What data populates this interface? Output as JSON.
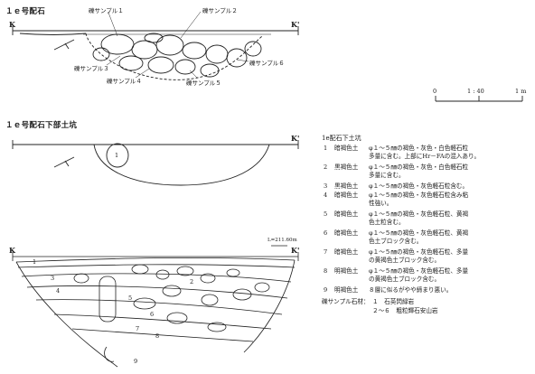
{
  "section1": {
    "title": "１ｅ号配石",
    "k_left": "K",
    "k_right": "K'",
    "labels": [
      "礫サンプル１",
      "礫サンプル２",
      "礫サンプル３",
      "礫サンプル４",
      "礫サンプル５",
      "礫サンプル６"
    ]
  },
  "scale": {
    "zero": "0",
    "middle": "1 : 40",
    "end": "1 m"
  },
  "section2": {
    "title": "１ｅ号配石下部土坑",
    "k_right": "K'",
    "pit_label": "1"
  },
  "section3": {
    "k_left": "K",
    "k_right": "K'",
    "elevation": "L=211.60m",
    "layer_numbers": [
      "1",
      "2",
      "3",
      "4",
      "5",
      "6",
      "7",
      "8",
      "9"
    ]
  },
  "legend": {
    "title": "1e配石下土坑",
    "rows": [
      {
        "num": "1",
        "soil": "暗褐色土",
        "line1": "φ１～５㎜の褐色・灰色・白色軽石粒",
        "line2": "多量に含む。上部にHr－FAの混入あり。"
      },
      {
        "num": "2",
        "soil": "黒褐色土",
        "line1": "φ１～５㎜の褐色・灰色・白色軽石粒",
        "line2": "多量に含む。"
      },
      {
        "num": "3",
        "soil": "黒褐色土",
        "line1": "φ１～５㎜の褐色・灰色軽石粒含む。",
        "line2": ""
      },
      {
        "num": "4",
        "soil": "暗褐色土",
        "line1": "φ１～５㎜の褐色・灰色軽石粒含み粘",
        "line2": "性強い。"
      },
      {
        "num": "5",
        "soil": "暗褐色土",
        "line1": "φ１～５㎜の褐色・灰色軽石粒、黄褐",
        "line2": "色土粒含む。"
      },
      {
        "num": "6",
        "soil": "暗褐色土",
        "line1": "φ１～５㎜の褐色・灰色軽石粒、黄褐",
        "line2": "色土ブロック含む。"
      },
      {
        "num": "7",
        "soil": "暗褐色土",
        "line1": "φ１～５㎜の褐色・灰色軽石粒、多量",
        "line2": "の黄褐色土ブロック含む。"
      },
      {
        "num": "8",
        "soil": "明褐色土",
        "line1": "φ１～５㎜の褐色・灰色軽石粒、多量",
        "line2": "の黄褐色土ブロック含む。"
      },
      {
        "num": "9",
        "soil": "明褐色土",
        "line1": "８層に似るがやや締まり悪い。",
        "line2": ""
      }
    ],
    "gravel": {
      "label": "礫サンプル石材：",
      "item1": "１　石英閃緑岩",
      "item2": "２～６　粗粒輝石安山岩"
    }
  }
}
